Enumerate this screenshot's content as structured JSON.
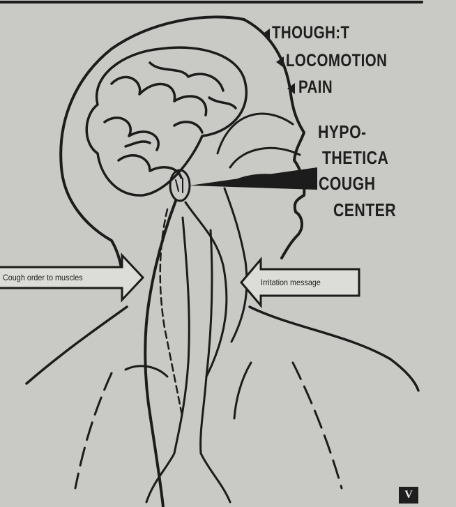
{
  "labels": {
    "functions": [
      "THOUGH:T",
      "LOCOMOTION",
      "PAIN"
    ],
    "cough_center": [
      "HYPO-",
      "THETICA",
      "COUGH",
      "CENTER"
    ],
    "cough_order": "Cough order to muscles",
    "irritation": "Irritation message"
  },
  "logo": {
    "text": "V"
  },
  "colors": {
    "paper": "#c9c9c5",
    "ink": "#1c1c1c"
  }
}
